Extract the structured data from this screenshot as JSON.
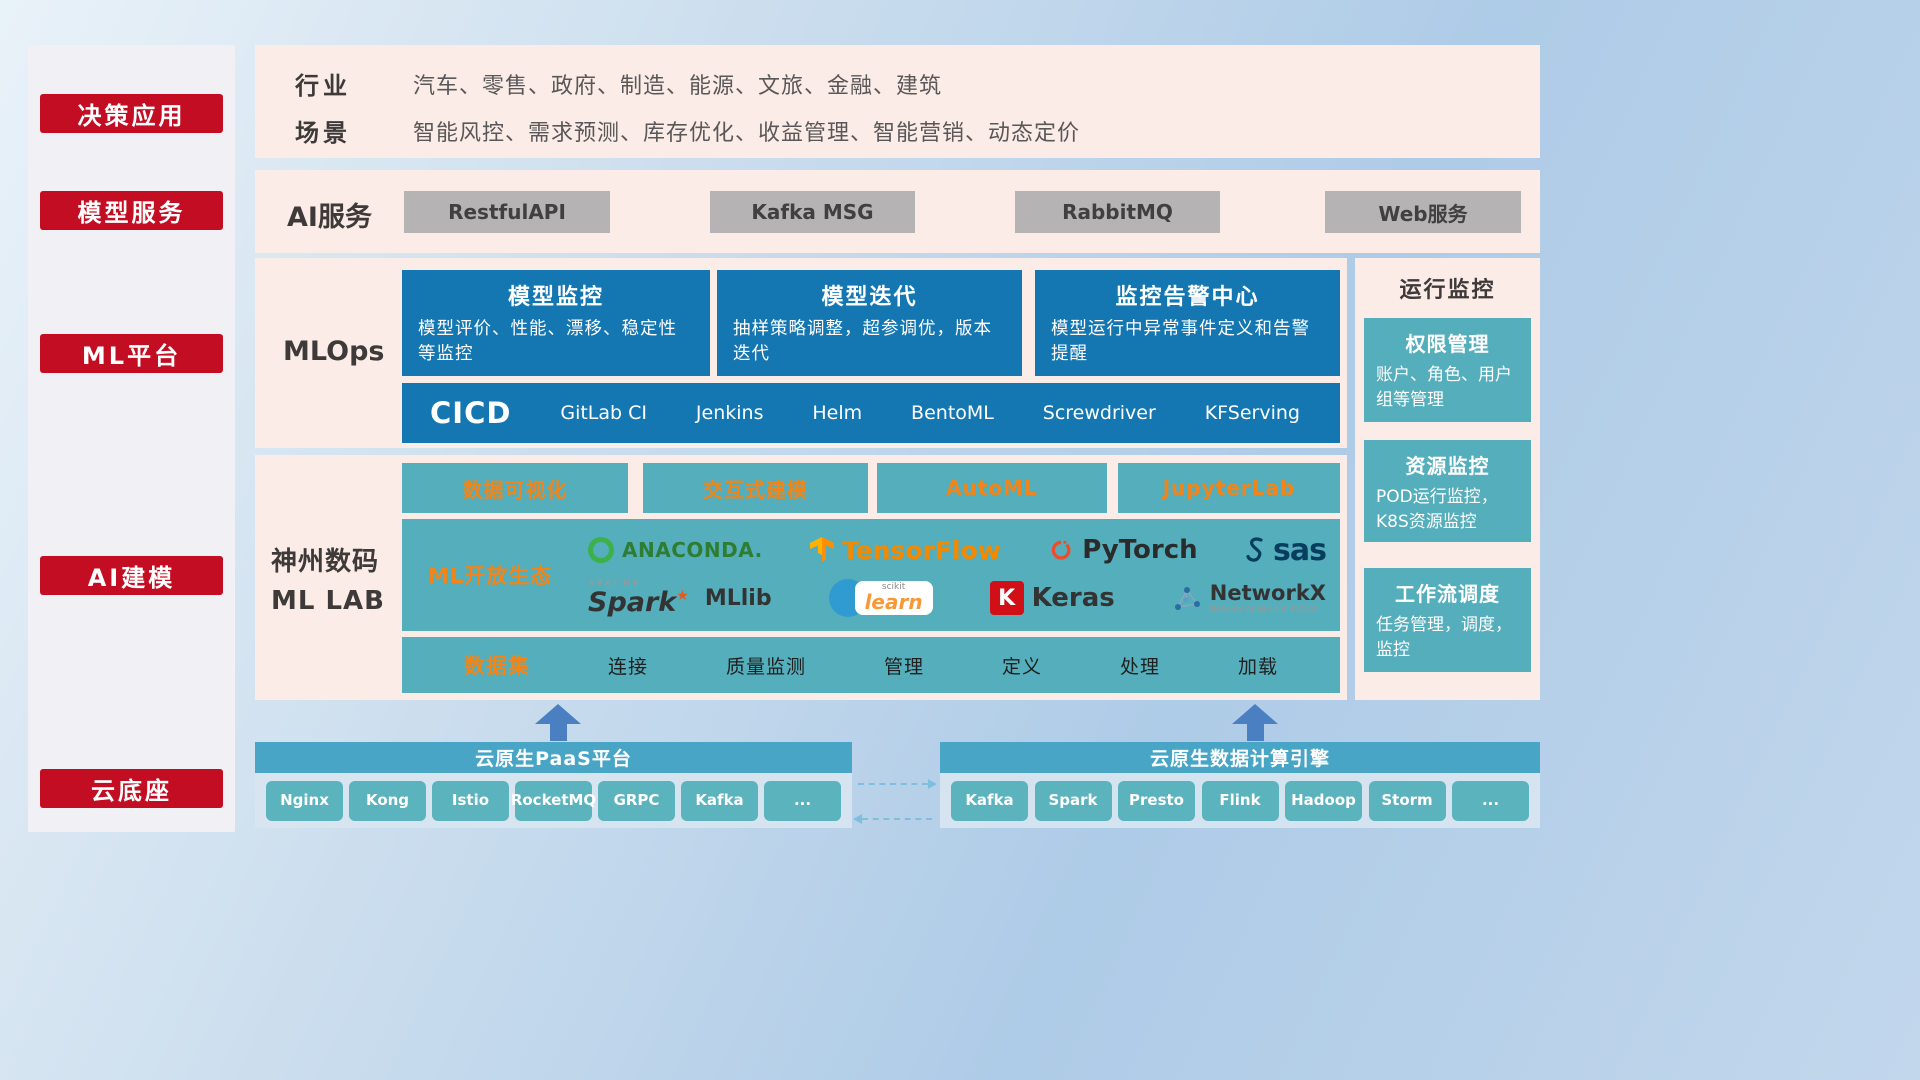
{
  "colors": {
    "accent_red": "#c30d23",
    "panel_pink": "#fbece7",
    "block_blue": "#1577b2",
    "block_teal": "#55aebb",
    "accent_orange": "#f08519",
    "gray_button": "#b5b3b4"
  },
  "sidebar": {
    "items": [
      "决策应用",
      "模型服务",
      "ML平台",
      "AI建模",
      "云底座"
    ]
  },
  "decision": {
    "industry_label": "行业",
    "industry_text": "汽车、零售、政府、制造、能源、文旅、金融、建筑",
    "scene_label": "场景",
    "scene_text": "智能风控、需求预测、库存优化、收益管理、智能营销、动态定价"
  },
  "ai_service": {
    "label": "AI服务",
    "buttons": [
      "RestfulAPI",
      "Kafka MSG",
      "RabbitMQ",
      "Web服务"
    ]
  },
  "mlops": {
    "label": "MLOps",
    "cards": [
      {
        "title": "模型监控",
        "desc": "模型评价、性能、漂移、稳定性等监控"
      },
      {
        "title": "模型迭代",
        "desc": "抽样策略调整，超参调优，版本迭代"
      },
      {
        "title": "监控告警中心",
        "desc": "模型运行中异常事件定义和告警提醒"
      }
    ],
    "cicd_label": "CICD",
    "cicd_tools": [
      "GitLab CI",
      "Jenkins",
      "Helm",
      "BentoML",
      "Screwdriver",
      "KFServing"
    ]
  },
  "monitor": {
    "title": "运行监控",
    "cards": [
      {
        "title": "权限管理",
        "desc": "账户、角色、用户组等管理"
      },
      {
        "title": "资源监控",
        "desc": "POD运行监控，K8S资源监控"
      },
      {
        "title": "工作流调度",
        "desc": "任务管理，调度，监控"
      }
    ]
  },
  "mllab": {
    "label_line1": "神州数码",
    "label_line2": "ML LAB",
    "tools": [
      "数据可视化",
      "交互式建模",
      "AutoML",
      "JupyterLab"
    ],
    "ecosystem_label": "ML开放生态",
    "logos": {
      "anaconda": "ANACONDA.",
      "tensorflow": "TensorFlow",
      "pytorch": "PyTorch",
      "sas": "sas",
      "spark_apache": "APACHE",
      "spark": "Spark",
      "spark_mllib": "MLlib",
      "sklearn_top": "scikit",
      "sklearn": "learn",
      "keras_badge": "K",
      "keras": "Keras",
      "networkx": "NetworkX",
      "networkx_sub": "Network Analysis in Python"
    },
    "dataset_label": "数据集",
    "dataset_items": [
      "连接",
      "质量监测",
      "管理",
      "定义",
      "处理",
      "加载"
    ]
  },
  "cloud": {
    "paas_title": "云原生PaaS平台",
    "paas_items": [
      "Nginx",
      "Kong",
      "Istio",
      "RocketMQ",
      "GRPC",
      "Kafka",
      "..."
    ],
    "engine_title": "云原生数据计算引擎",
    "engine_items": [
      "Kafka",
      "Spark",
      "Presto",
      "Flink",
      "Hadoop",
      "Storm",
      "..."
    ]
  }
}
